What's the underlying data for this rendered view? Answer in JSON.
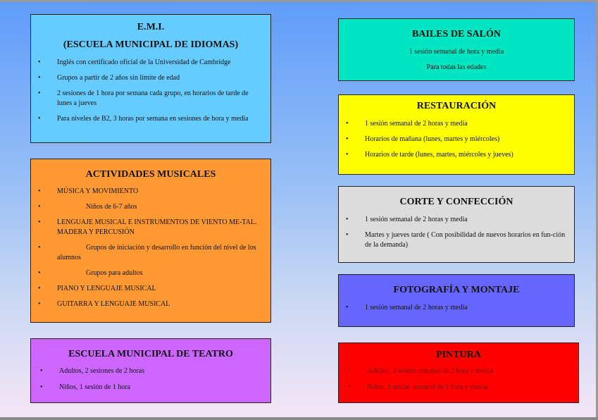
{
  "emi": {
    "title": "E.M.I.",
    "subtitle": "(ESCUELA MUNICIPAL DE IDIOMAS)",
    "items": [
      "Inglés con certificado oficial de la Universidad de Cambridge",
      "Grupos a partir de 2 años sin límite de edad",
      "2 sesiones de 1 hora por semana cada grupo, en horarios de tarde de lunes a jueves",
      "Para niveles de B2, 3 horas por semana en sesiones de hora y media"
    ]
  },
  "musicales": {
    "title": "ACTIVIDADES MUSICALES",
    "items": [
      "MÚSICA Y MOVIMIENTO",
      "Niños de 6-7 años",
      "LENGUAJE MUSICAL E INSTRUMENTOS DE VIENTO ME-TAL. MADERA Y PERCUSIÓN",
      "Grupos de iniciación y desarrollo en función del nivel de los alumnos",
      "Grupos para adultos",
      "PIANO Y LENGUAJE MUSICAL",
      "GUITARRA Y LENGUAJE MUSICAL"
    ]
  },
  "teatro": {
    "title": "ESCUELA MUNICIPAL DE TEATRO",
    "items": [
      "Adultos, 2 sesiones de 2 horas",
      "Niños, 1 sesión de 1 hora"
    ]
  },
  "bailes": {
    "title": "BAILES DE SALÓN",
    "line1": "1 sesión semanal de hora y media",
    "line2": "Para todas las edades"
  },
  "restauracion": {
    "title": "RESTAURACIÓN",
    "items": [
      "1 sesión semanal de 2 horas y media",
      "Horarios de mañana (lunes, martes y miércoles)",
      "Horarios de tarde (lunes, martes, miércoles y jueves)"
    ]
  },
  "corte": {
    "title": "CORTE Y CONFECCIÓN",
    "items": [
      "1 sesión semanal de 2 horas y media",
      "Martes y jueves tarde ( Con posibilidad de nuevos horarios en fun-ción de la demanda)"
    ]
  },
  "fotografia": {
    "title": "FOTOGRAFÍA Y MONTAJE",
    "items": [
      "1 sesión semanal de 2 horas y media"
    ]
  },
  "pintura": {
    "title": "PINTURA",
    "items": [
      "Adultos, 1 sesión semanal de 2 hora y media",
      "Niños, 1 sesión semanal de 1 hora y media"
    ]
  }
}
